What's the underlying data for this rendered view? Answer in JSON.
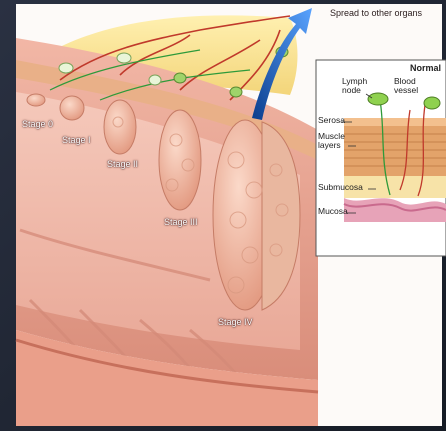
{
  "diagram": {
    "spread_label": "Spread to other organs",
    "stages": [
      "Stage 0",
      "Stage I",
      "Stage II",
      "Stage III",
      "Stage IV"
    ],
    "inset": {
      "title": "Normal",
      "lymph_node": "Lymph node",
      "blood_vessel": "Blood vessel",
      "serosa": "Serosa",
      "muscle_layers": "Muscle layers",
      "submucosa": "Submucosa",
      "mucosa": "Mucosa"
    }
  }
}
